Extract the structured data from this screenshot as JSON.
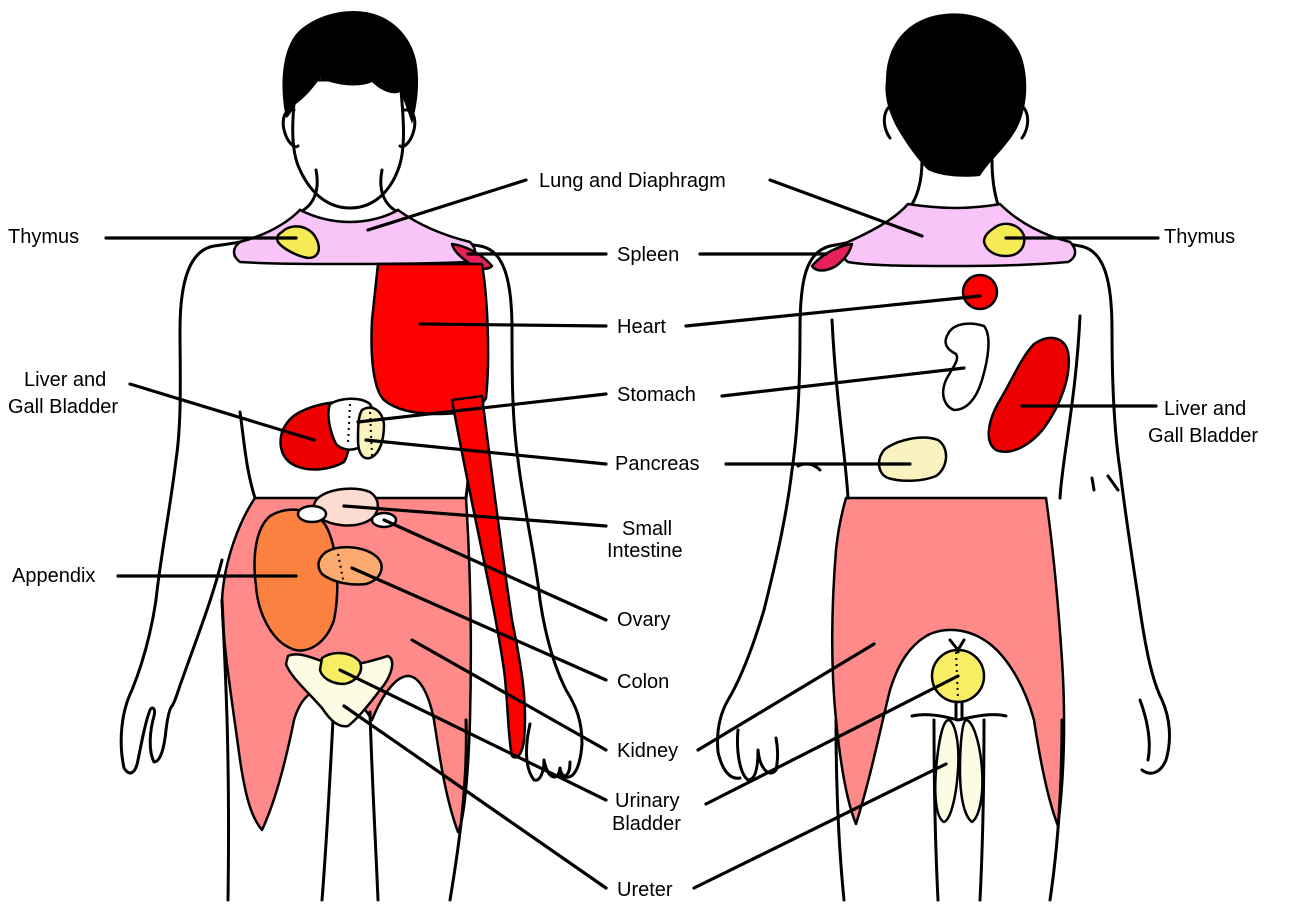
{
  "labels": {
    "lung_and_diaphragm": "Lung and Diaphragm",
    "thymus_left": "Thymus",
    "thymus_right": "Thymus",
    "spleen": "Spleen",
    "heart": "Heart",
    "liver_left_line1": "Liver and",
    "liver_left_line2": "Gall Bladder",
    "liver_right_line1": "Liver and",
    "liver_right_line2": "Gall Bladder",
    "stomach": "Stomach",
    "pancreas": "Pancreas",
    "small_intestine_line1": "Small",
    "small_intestine_line2": "Intestine",
    "appendix": "Appendix",
    "ovary": "Ovary",
    "colon": "Colon",
    "kidney": "Kidney",
    "urinary_bladder_line1": "Urinary",
    "urinary_bladder_line2": "Bladder",
    "ureter": "Ureter"
  },
  "colors": {
    "lung_and_diaphragm": "#f9c4f7",
    "thymus": "#f6ea55",
    "spleen": "#e8205a",
    "heart": "#ff0000",
    "liver_and_gall_bladder": "#ee0000",
    "stomach": "#ffffff",
    "pancreas": "#fbf3bf",
    "small_intestine": "#fcdbd0",
    "appendix": "#fb8140",
    "colon": "#fbab70",
    "kidney": "#ff8a8a",
    "urinary_bladder": "#f7ee64",
    "ureter": "#fdfbe3",
    "hair": "#000000"
  }
}
